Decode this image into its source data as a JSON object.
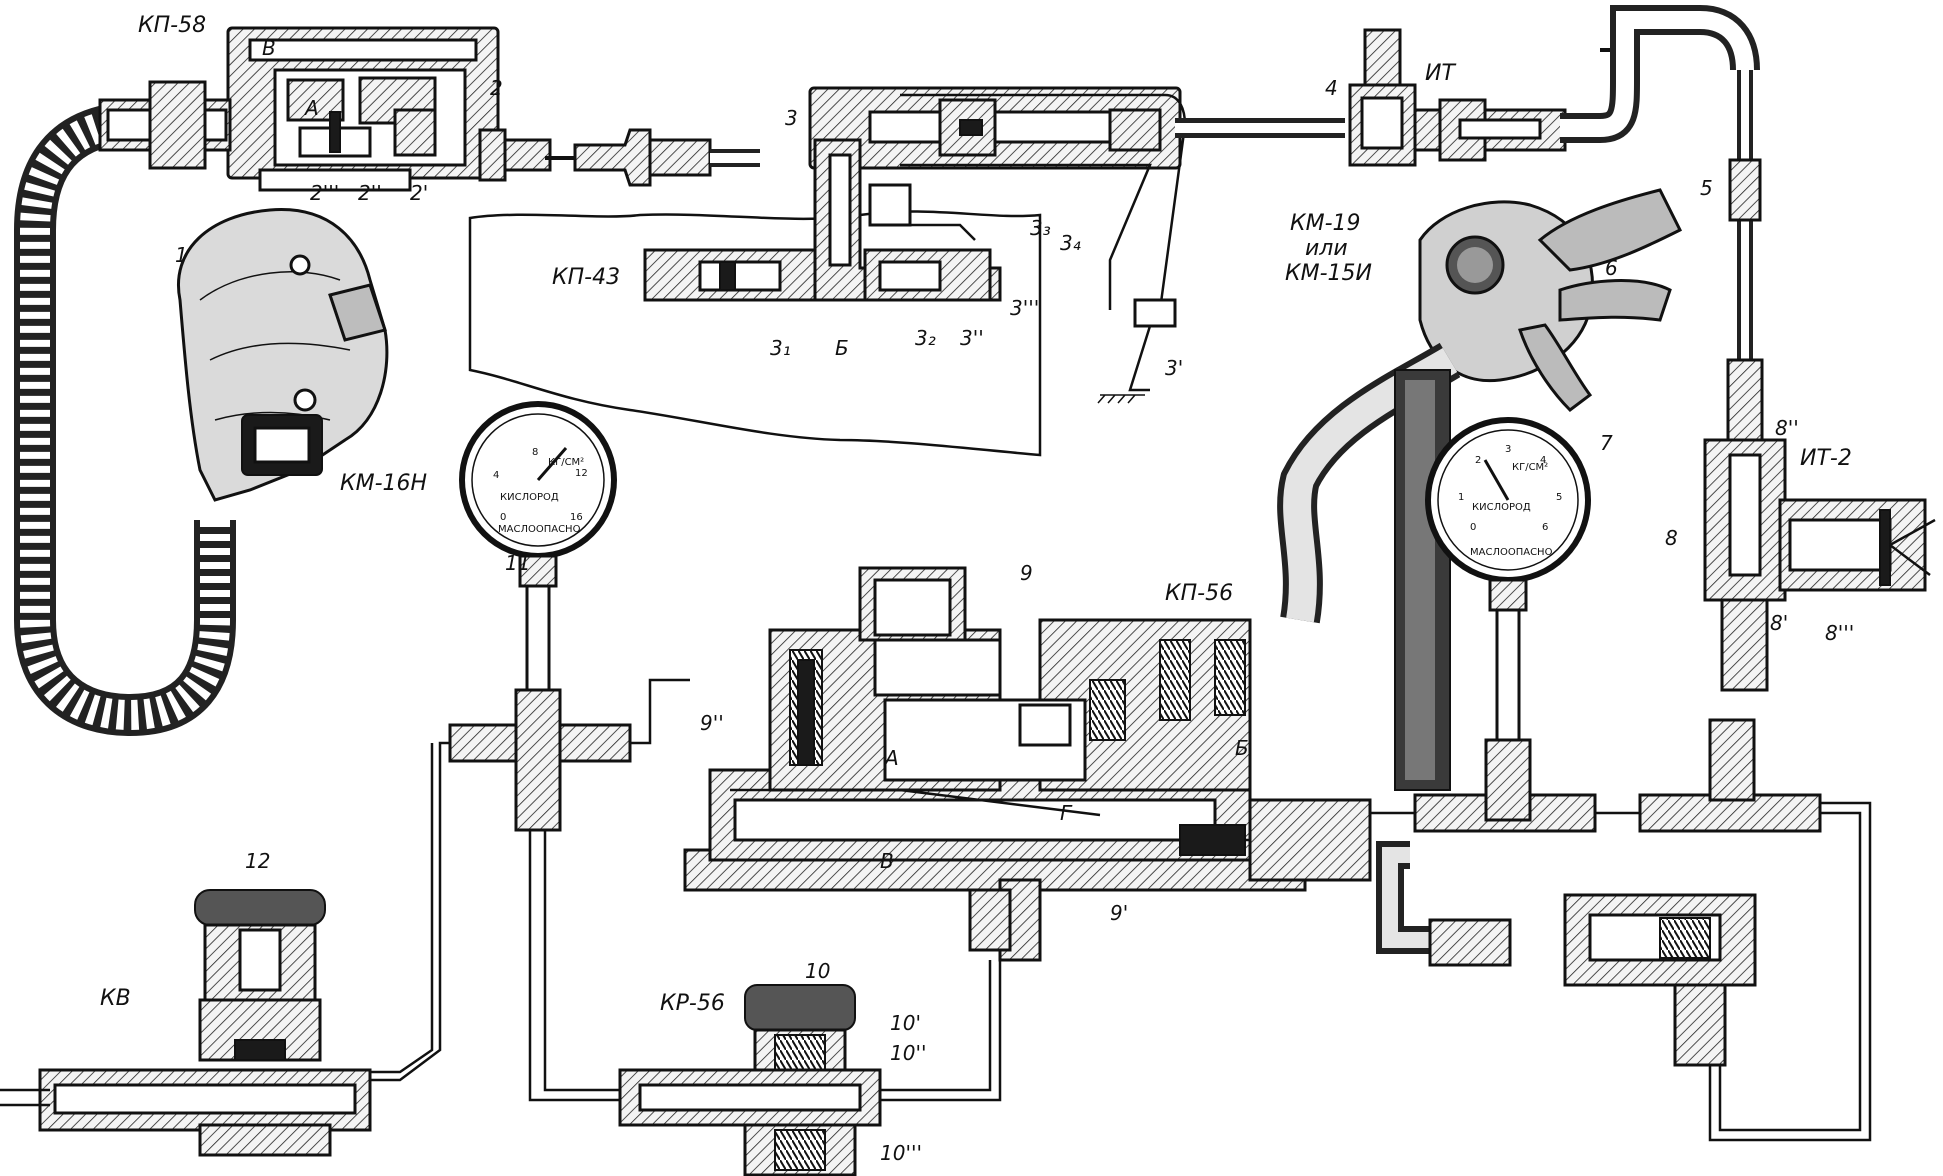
{
  "labels": {
    "kp58": "КП-58",
    "kp43": "КП-43",
    "kp56": "КП-56",
    "kr56": "КР-56",
    "km16n": "КМ-16Н",
    "km19": "КМ-19",
    "ili": "или",
    "km15i": "КМ-15И",
    "it": "ИТ",
    "it2": "ИТ-2",
    "kv": "КВ",
    "n1": "1",
    "n2": "2",
    "n2p": "2'",
    "n2pp": "2''",
    "n2ppp": "2'''",
    "n3": "3",
    "n3p": "3'",
    "n3pp": "3''",
    "n3ppp": "3'''",
    "n3_1": "3₁",
    "n3_2": "3₂",
    "n3_3": "3₃",
    "n3_4": "3₄",
    "n4": "4",
    "n5": "5",
    "n6": "6",
    "n7": "7",
    "n8": "8",
    "n8p": "8'",
    "n8pp": "8''",
    "n8ppp": "8'''",
    "n9": "9",
    "n9p": "9'",
    "n9pp": "9''",
    "n10": "10",
    "n10p": "10'",
    "n10pp": "10''",
    "n10ppp": "10'''",
    "n11": "11",
    "n12": "12",
    "cA_kp58": "А",
    "cV_kp58": "В",
    "cB_kp43": "Б",
    "cA_kp56": "А",
    "cB_kp56": "Б",
    "cG_kp56": "Г",
    "cV_kp56": "В"
  },
  "gauge_11": {
    "unit": "КГ/СМ²",
    "gas": "КИСЛОРОД",
    "note": "МАСЛООПАСНО",
    "ticks": [
      "0",
      "4",
      "8",
      "12",
      "16"
    ]
  },
  "gauge_7": {
    "unit": "КГ/СМ²",
    "gas": "КИСЛОРОД",
    "note": "МАСЛООПАСНО",
    "ticks": [
      "0",
      "1",
      "2",
      "3",
      "4",
      "5",
      "6"
    ]
  }
}
